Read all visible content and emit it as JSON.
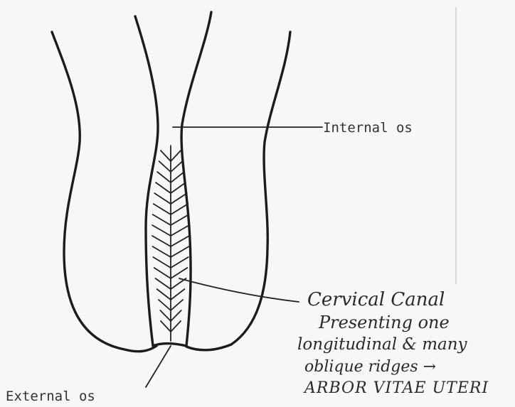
{
  "labels": {
    "internal_os": "Internal os",
    "external_os": "External os",
    "cervical_canal": "Cervical Canal",
    "presenting": "Presenting one",
    "longitudinal": "longitudinal & many",
    "oblique": "oblique ridges →",
    "arbor_vitae": "ARBOR VITAE UTERI"
  },
  "colors": {
    "ink": "#1c1c1c",
    "paper": "#f7f7f5"
  }
}
